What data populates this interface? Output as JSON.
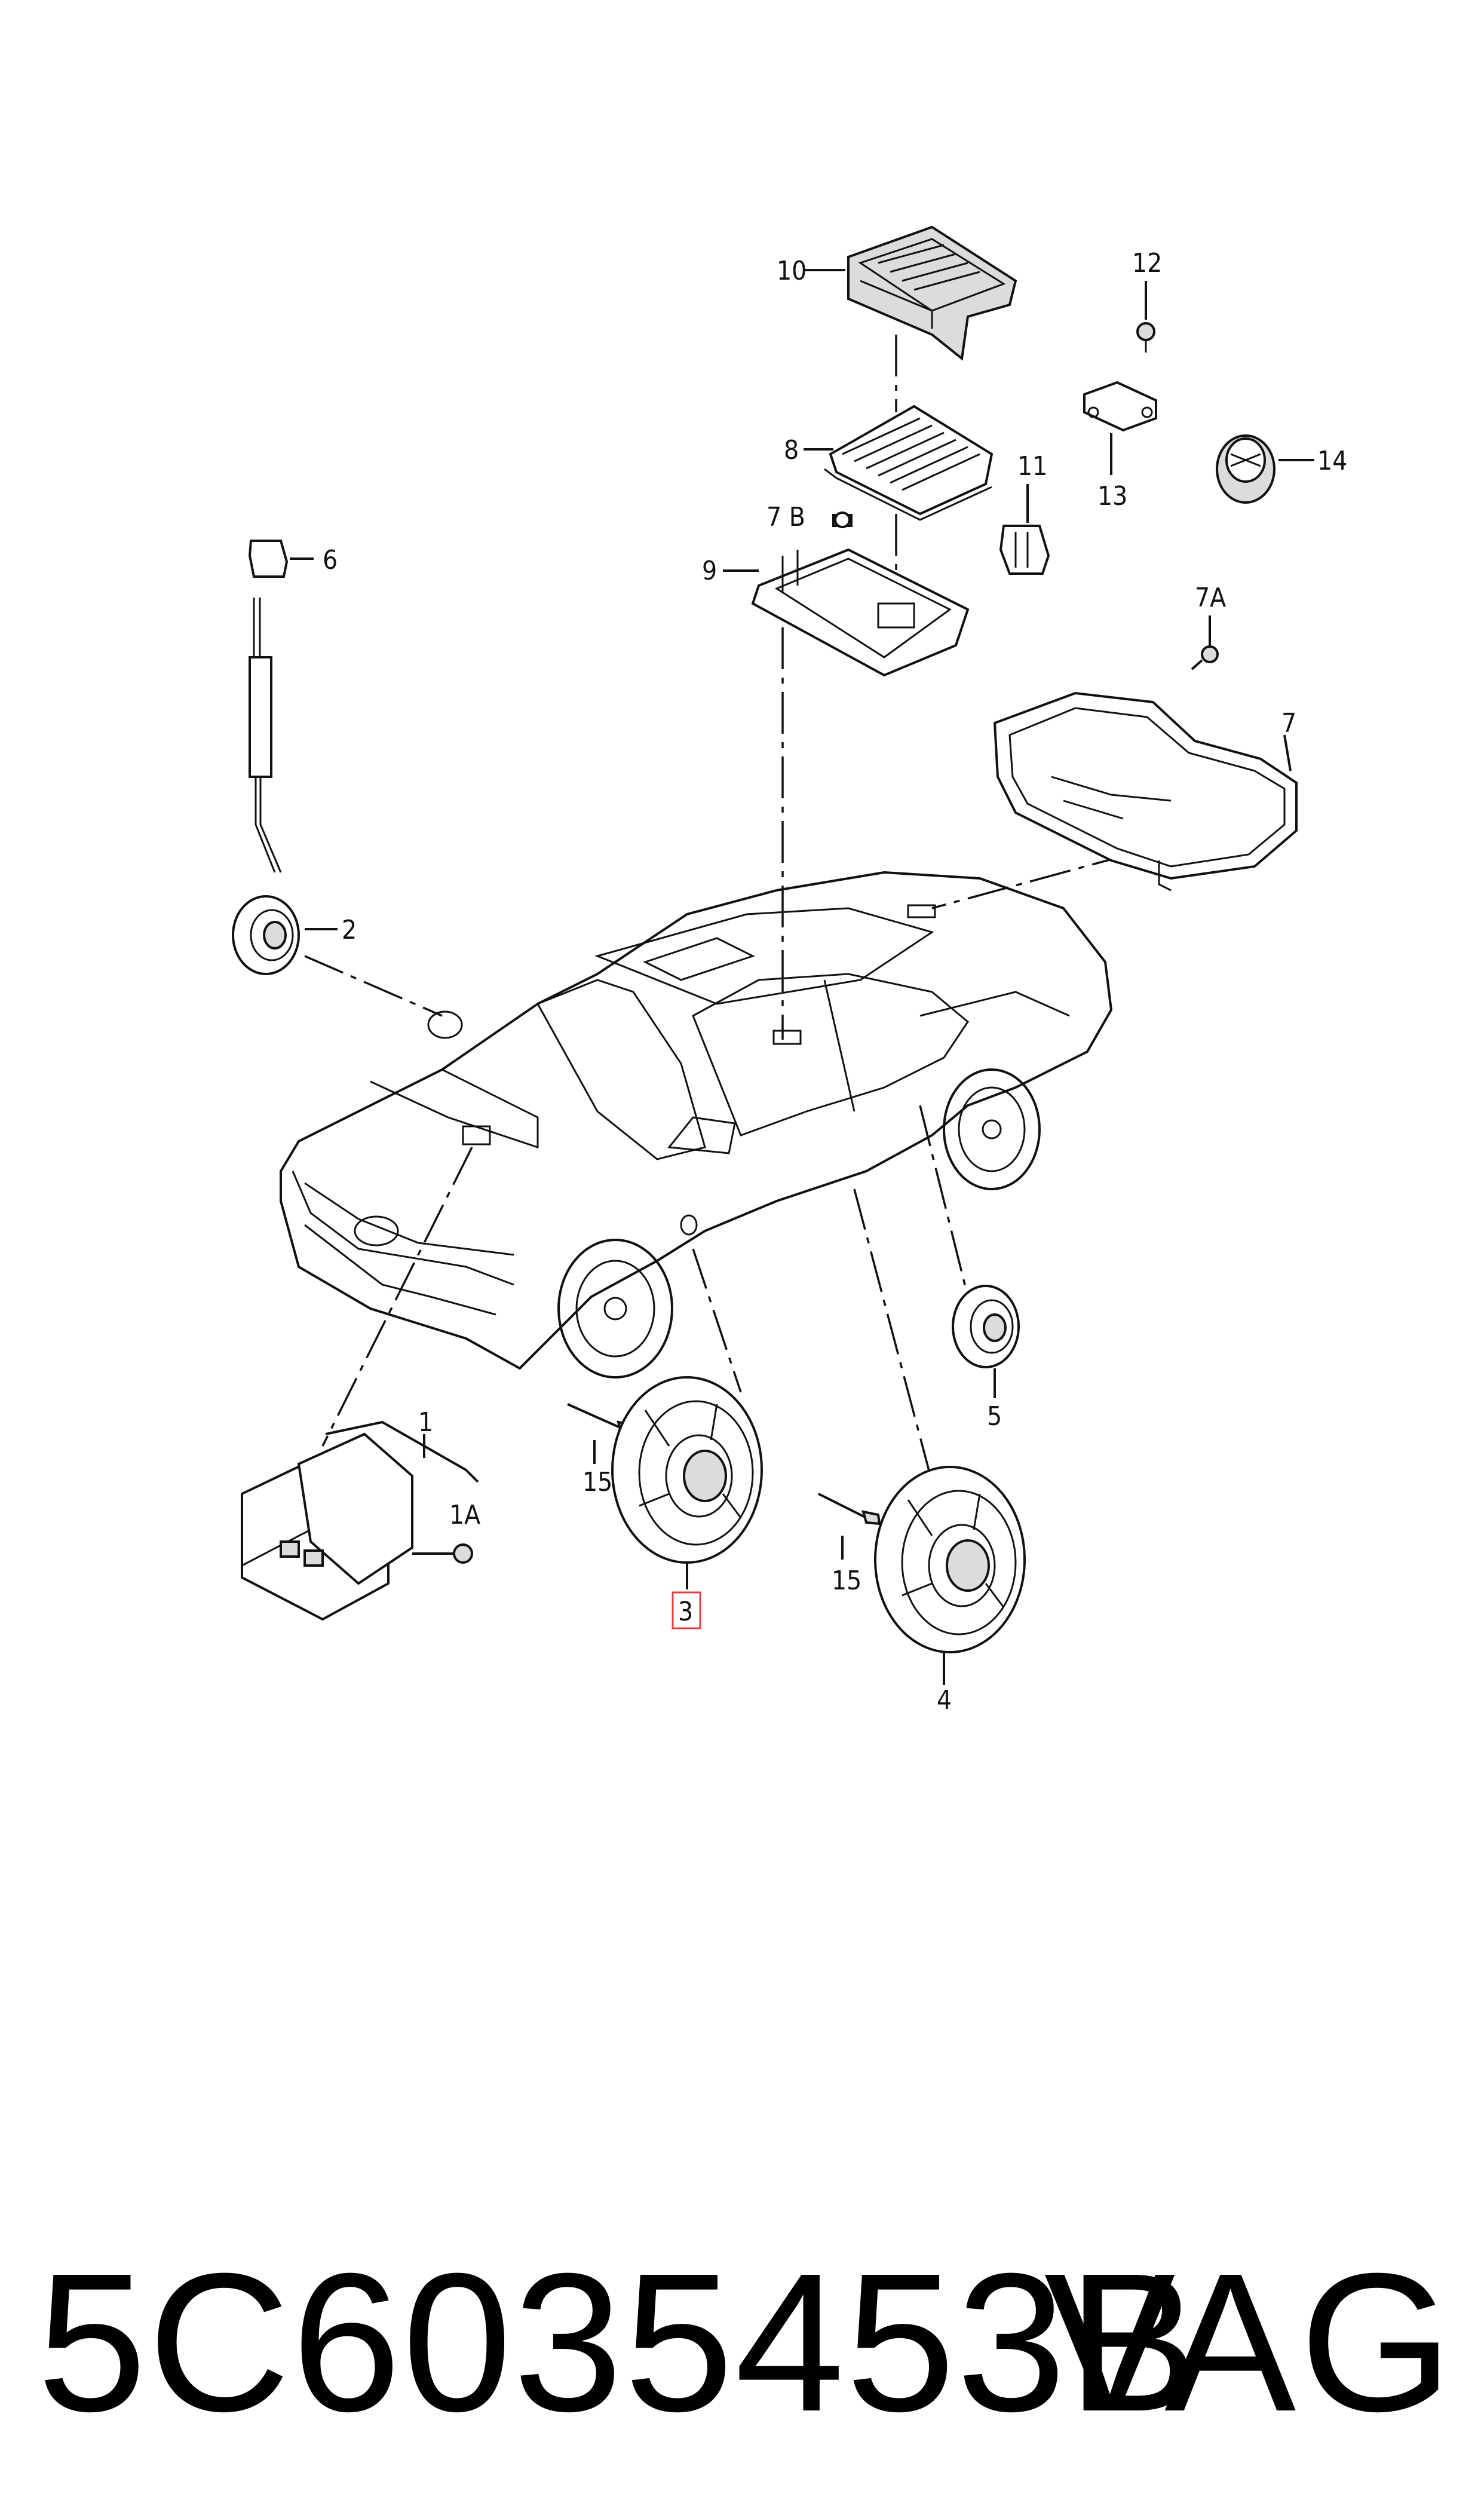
{
  "callouts": {
    "c1": "1",
    "c1A": "1A",
    "c2": "2",
    "c3": "3",
    "c4": "4",
    "c5": "5",
    "c6": "6",
    "c7": "7",
    "c7A": "7A",
    "c7B": "7 B",
    "c8": "8",
    "c9": "9",
    "c10": "10",
    "c11": "11",
    "c12": "12",
    "c13": "13",
    "c14": "14",
    "c15a": "15",
    "c15b": "15"
  },
  "highlighted_callout": "3",
  "highlight_color": "#e04040",
  "footer": {
    "part_number": "5C6035453B",
    "brand": "VAG"
  }
}
